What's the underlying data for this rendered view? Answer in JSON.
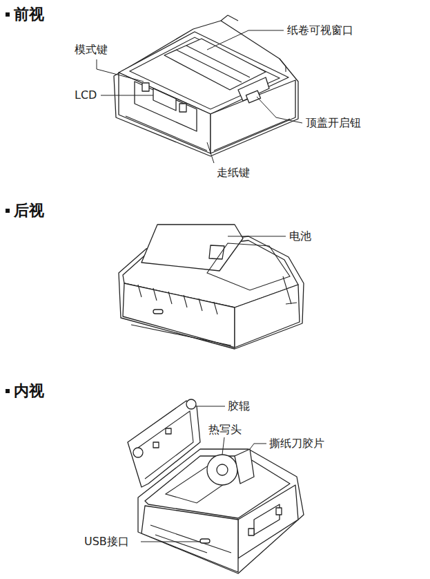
{
  "diagram": {
    "labels": [
      "前视",
      "纸卷可视窗口",
      "模式键",
      "LCD",
      "顶盖开启钮",
      "走纸键",
      "后视",
      "电池",
      "内视",
      "胶辊",
      "热写头",
      "撕纸刀胶片",
      "USB接口"
    ]
  }
}
